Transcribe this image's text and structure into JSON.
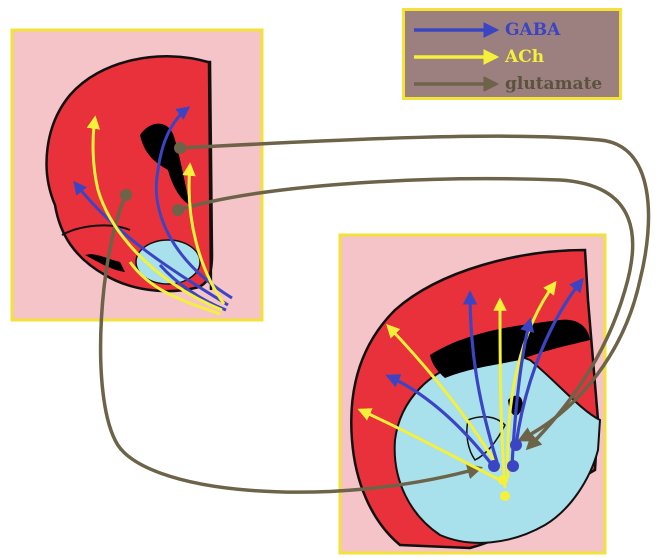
{
  "legend": {
    "items": [
      {
        "id": "gaba",
        "label": "GABA",
        "color": "#3b45c4"
      },
      {
        "id": "ach",
        "label": "ACh",
        "color": "#f5f03a"
      },
      {
        "id": "glutamate",
        "label": "glutamate",
        "color": "#6d6348"
      }
    ]
  },
  "colors": {
    "panel_bg": "#f4c4c8",
    "panel_border": "#f2e23a",
    "cortex": "#e8313a",
    "striatum": "#a8e0ec",
    "ventricle": "#000000",
    "outline": "#111111"
  }
}
